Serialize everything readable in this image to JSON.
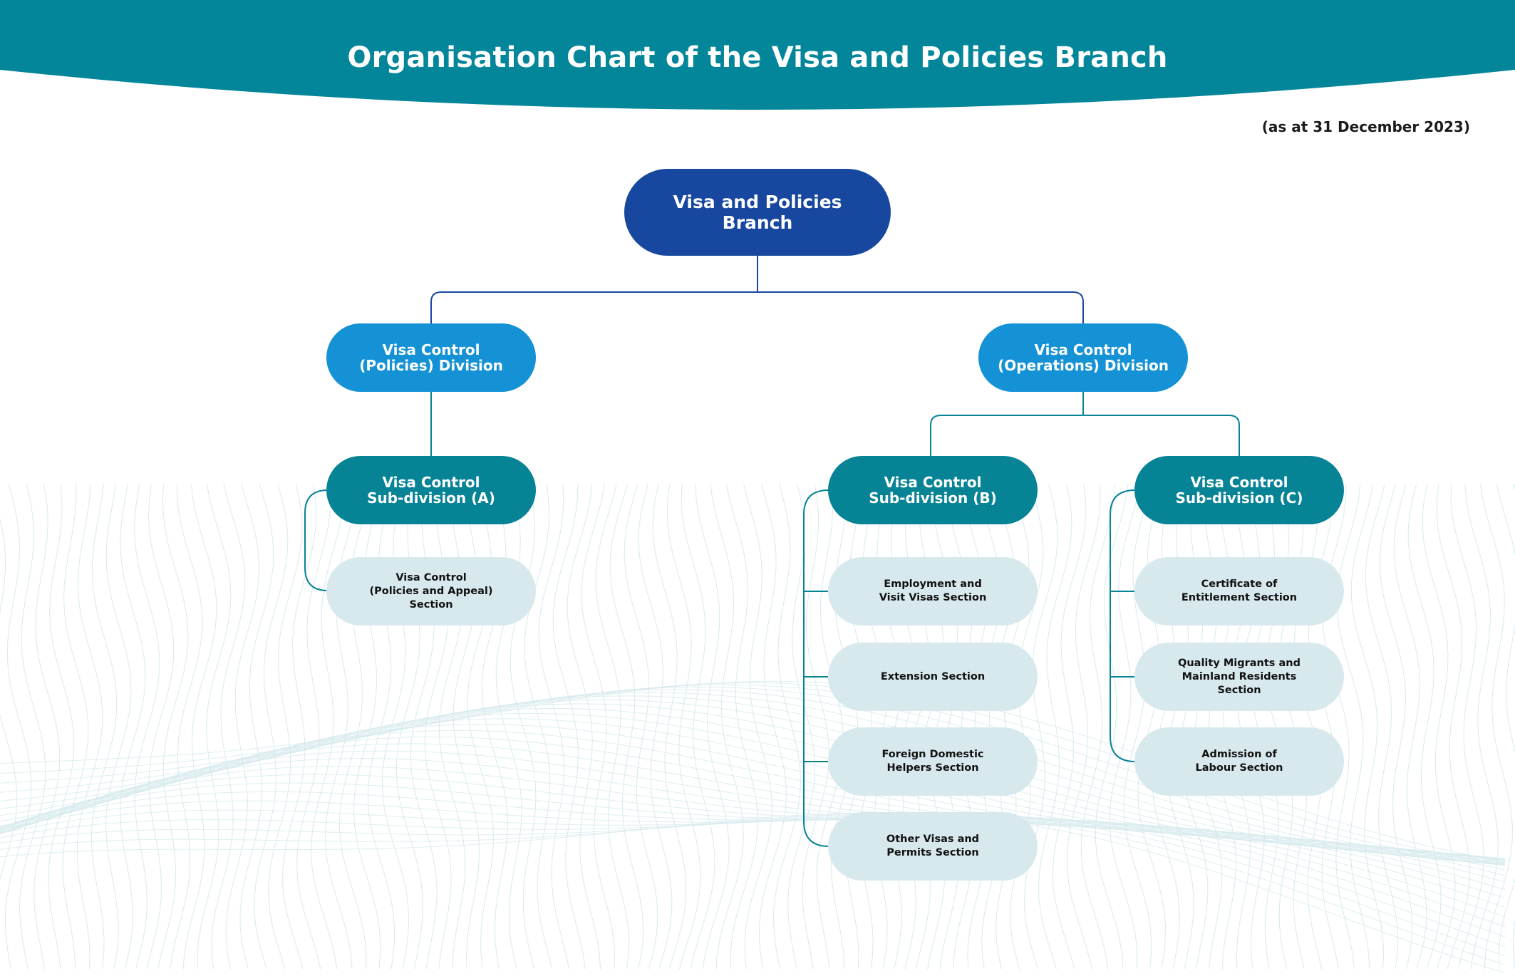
{
  "header": {
    "title": "Organisation Chart of the Visa and Policies Branch",
    "date_note": "(as at 31 December 2023)"
  },
  "colors": {
    "header_band": "#03869a",
    "branch": "#17479e",
    "division": "#1592d6",
    "subdivision": "#078396",
    "section": "#d8e9ee",
    "connector_top": "#17479e",
    "connector_lower": "#078396"
  },
  "chart": {
    "branch": {
      "label": "Visa and Policies\nBranch"
    },
    "divisions": [
      {
        "label": "Visa Control\n(Policies) Division",
        "subdivisions": [
          {
            "label": "Visa Control\nSub-division (A)",
            "sections": [
              {
                "label": "Visa Control\n(Policies and Appeal)\nSection"
              }
            ]
          }
        ]
      },
      {
        "label": "Visa Control\n(Operations) Division",
        "subdivisions": [
          {
            "label": "Visa Control\nSub-division (B)",
            "sections": [
              {
                "label": "Employment and\nVisit Visas Section"
              },
              {
                "label": "Extension Section"
              },
              {
                "label": "Foreign Domestic\nHelpers Section"
              },
              {
                "label": "Other Visas and\nPermits Section"
              }
            ]
          },
          {
            "label": "Visa Control\nSub-division (C)",
            "sections": [
              {
                "label": "Certificate of\nEntitlement Section"
              },
              {
                "label": "Quality Migrants and\nMainland Residents\nSection"
              },
              {
                "label": "Admission of\nLabour Section"
              }
            ]
          }
        ]
      }
    ]
  }
}
